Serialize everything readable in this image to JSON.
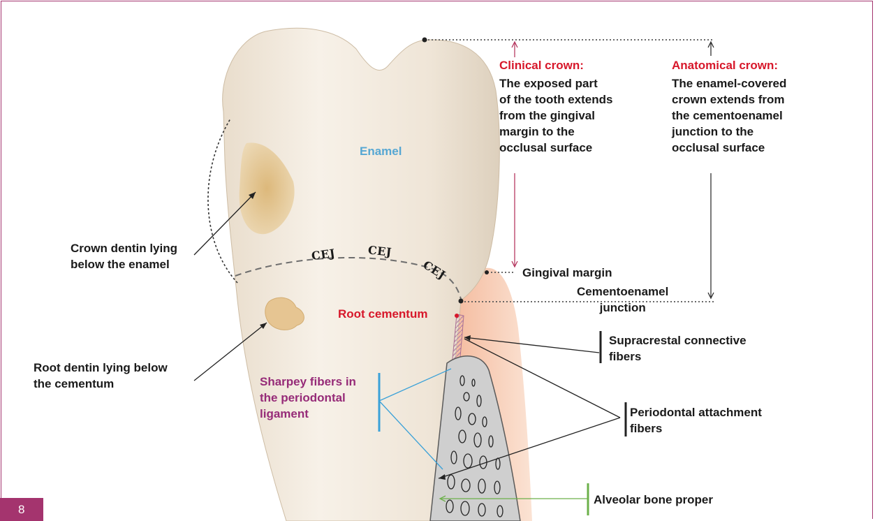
{
  "page_number": "8",
  "colors": {
    "frame": "#a4346e",
    "heading_red": "#d7172a",
    "label_purple": "#962b78",
    "label_blue": "#56a7d3",
    "tooth": "#f1e7da",
    "gingiva": "#f7c8ac",
    "bone_fill": "#c9c9c9",
    "green_marker": "#6cb04a"
  },
  "labels": {
    "enamel": "Enamel",
    "clinical_crown": {
      "title": "Clinical crown:",
      "body": "The exposed part\nof the tooth extends\nfrom the gingival\nmargin to the\nocclusal surface"
    },
    "anatomical_crown": {
      "title": "Anatomical crown:",
      "body": "The enamel-covered\ncrown extends from\nthe cementoenamel\njunction to the\nocclusal surface"
    },
    "crown_dentin": "Crown dentin lying\nbelow the enamel",
    "gingival_margin": "Gingival margin",
    "cementoenamel_junction": "Cementoenamel\njunction",
    "root_cementum": "Root cementum",
    "root_dentin": "Root dentin lying below\nthe cementum",
    "supracrestal_fibers": "Supracrestal connective\nfibers",
    "sharpey_fibers": "Sharpey fibers in\nthe periodontal\nligament",
    "periodontal_fibers": "Periodontal attachment\nfibers",
    "alveolar_bone": "Alveolar bone proper",
    "cej_marks": [
      "CEJ",
      "CEJ",
      "CEJ"
    ]
  }
}
